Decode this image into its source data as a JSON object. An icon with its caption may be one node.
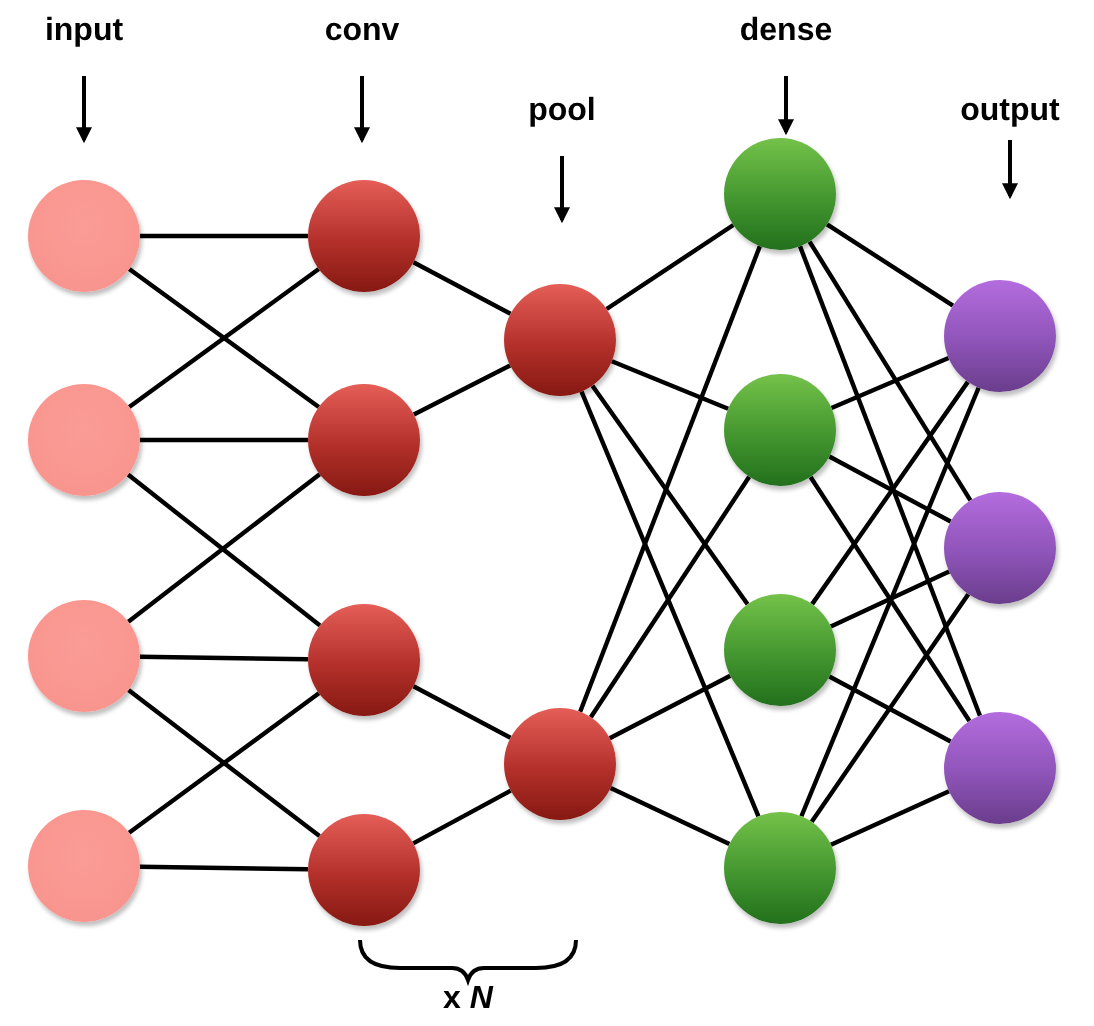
{
  "diagram": {
    "nodes": [
      {
        "text": [],
        "shape": "circle"
      },
      {
        "text": [],
        "shape": "circle"
      },
      {
        "text": [],
        "shape": "circle"
      },
      {
        "text": [],
        "shape": "circle"
      },
      {
        "text": [],
        "shape": "circle"
      },
      {
        "text": [],
        "shape": "circle"
      },
      {
        "text": [],
        "shape": "circle"
      },
      {
        "text": [],
        "shape": "circle"
      },
      {
        "text": [],
        "shape": "circle"
      },
      {
        "text": [],
        "shape": "circle"
      },
      {
        "text": [],
        "shape": "circle"
      },
      {
        "text": [],
        "shape": "circle"
      },
      {
        "text": [],
        "shape": "circle"
      },
      {
        "text": [],
        "shape": "circle"
      },
      {
        "text": [],
        "shape": "circle"
      },
      {
        "text": [],
        "shape": "circle"
      },
      {
        "text": [],
        "shape": "circle"
      }
    ],
    "edges": [
      {
        "from": 0,
        "to": 4,
        "arrow": "none"
      },
      {
        "from": 0,
        "to": 5,
        "arrow": "none"
      },
      {
        "from": 1,
        "to": 4,
        "arrow": "none"
      },
      {
        "from": 1,
        "to": 5,
        "arrow": "none"
      },
      {
        "from": 1,
        "to": 6,
        "arrow": "none"
      },
      {
        "from": 2,
        "to": 5,
        "arrow": "none"
      },
      {
        "from": 2,
        "to": 6,
        "arrow": "none"
      },
      {
        "from": 2,
        "to": 7,
        "arrow": "none"
      },
      {
        "from": 3,
        "to": 6,
        "arrow": "none"
      },
      {
        "from": 3,
        "to": 7,
        "arrow": "none"
      },
      {
        "from": 4,
        "to": 8,
        "arrow": "none"
      },
      {
        "from": 5,
        "to": 8,
        "arrow": "none"
      },
      {
        "from": 6,
        "to": 9,
        "arrow": "none"
      },
      {
        "from": 7,
        "to": 9,
        "arrow": "none"
      },
      {
        "from": 8,
        "to": 10,
        "arrow": "none"
      },
      {
        "from": 8,
        "to": 11,
        "arrow": "none"
      },
      {
        "from": 8,
        "to": 12,
        "arrow": "none"
      },
      {
        "from": 8,
        "to": 13,
        "arrow": "none"
      },
      {
        "from": 9,
        "to": 10,
        "arrow": "none"
      },
      {
        "from": 9,
        "to": 11,
        "arrow": "none"
      },
      {
        "from": 9,
        "to": 12,
        "arrow": "none"
      },
      {
        "from": 9,
        "to": 13,
        "arrow": "none"
      },
      {
        "from": 10,
        "to": 14,
        "arrow": "none"
      },
      {
        "from": 10,
        "to": 15,
        "arrow": "none"
      },
      {
        "from": 10,
        "to": 16,
        "arrow": "none"
      },
      {
        "from": 11,
        "to": 14,
        "arrow": "none"
      },
      {
        "from": 11,
        "to": 15,
        "arrow": "none"
      },
      {
        "from": 11,
        "to": 16,
        "arrow": "none"
      },
      {
        "from": 12,
        "to": 14,
        "arrow": "none"
      },
      {
        "from": 12,
        "to": 15,
        "arrow": "none"
      },
      {
        "from": 12,
        "to": 16,
        "arrow": "none"
      },
      {
        "from": 13,
        "to": 14,
        "arrow": "none"
      },
      {
        "from": 13,
        "to": 15,
        "arrow": "none"
      },
      {
        "from": 13,
        "to": 16,
        "arrow": "none"
      }
    ],
    "labels": [
      "input",
      "conv",
      "pool",
      "dense",
      "output",
      "x *N*"
    ]
  }
}
